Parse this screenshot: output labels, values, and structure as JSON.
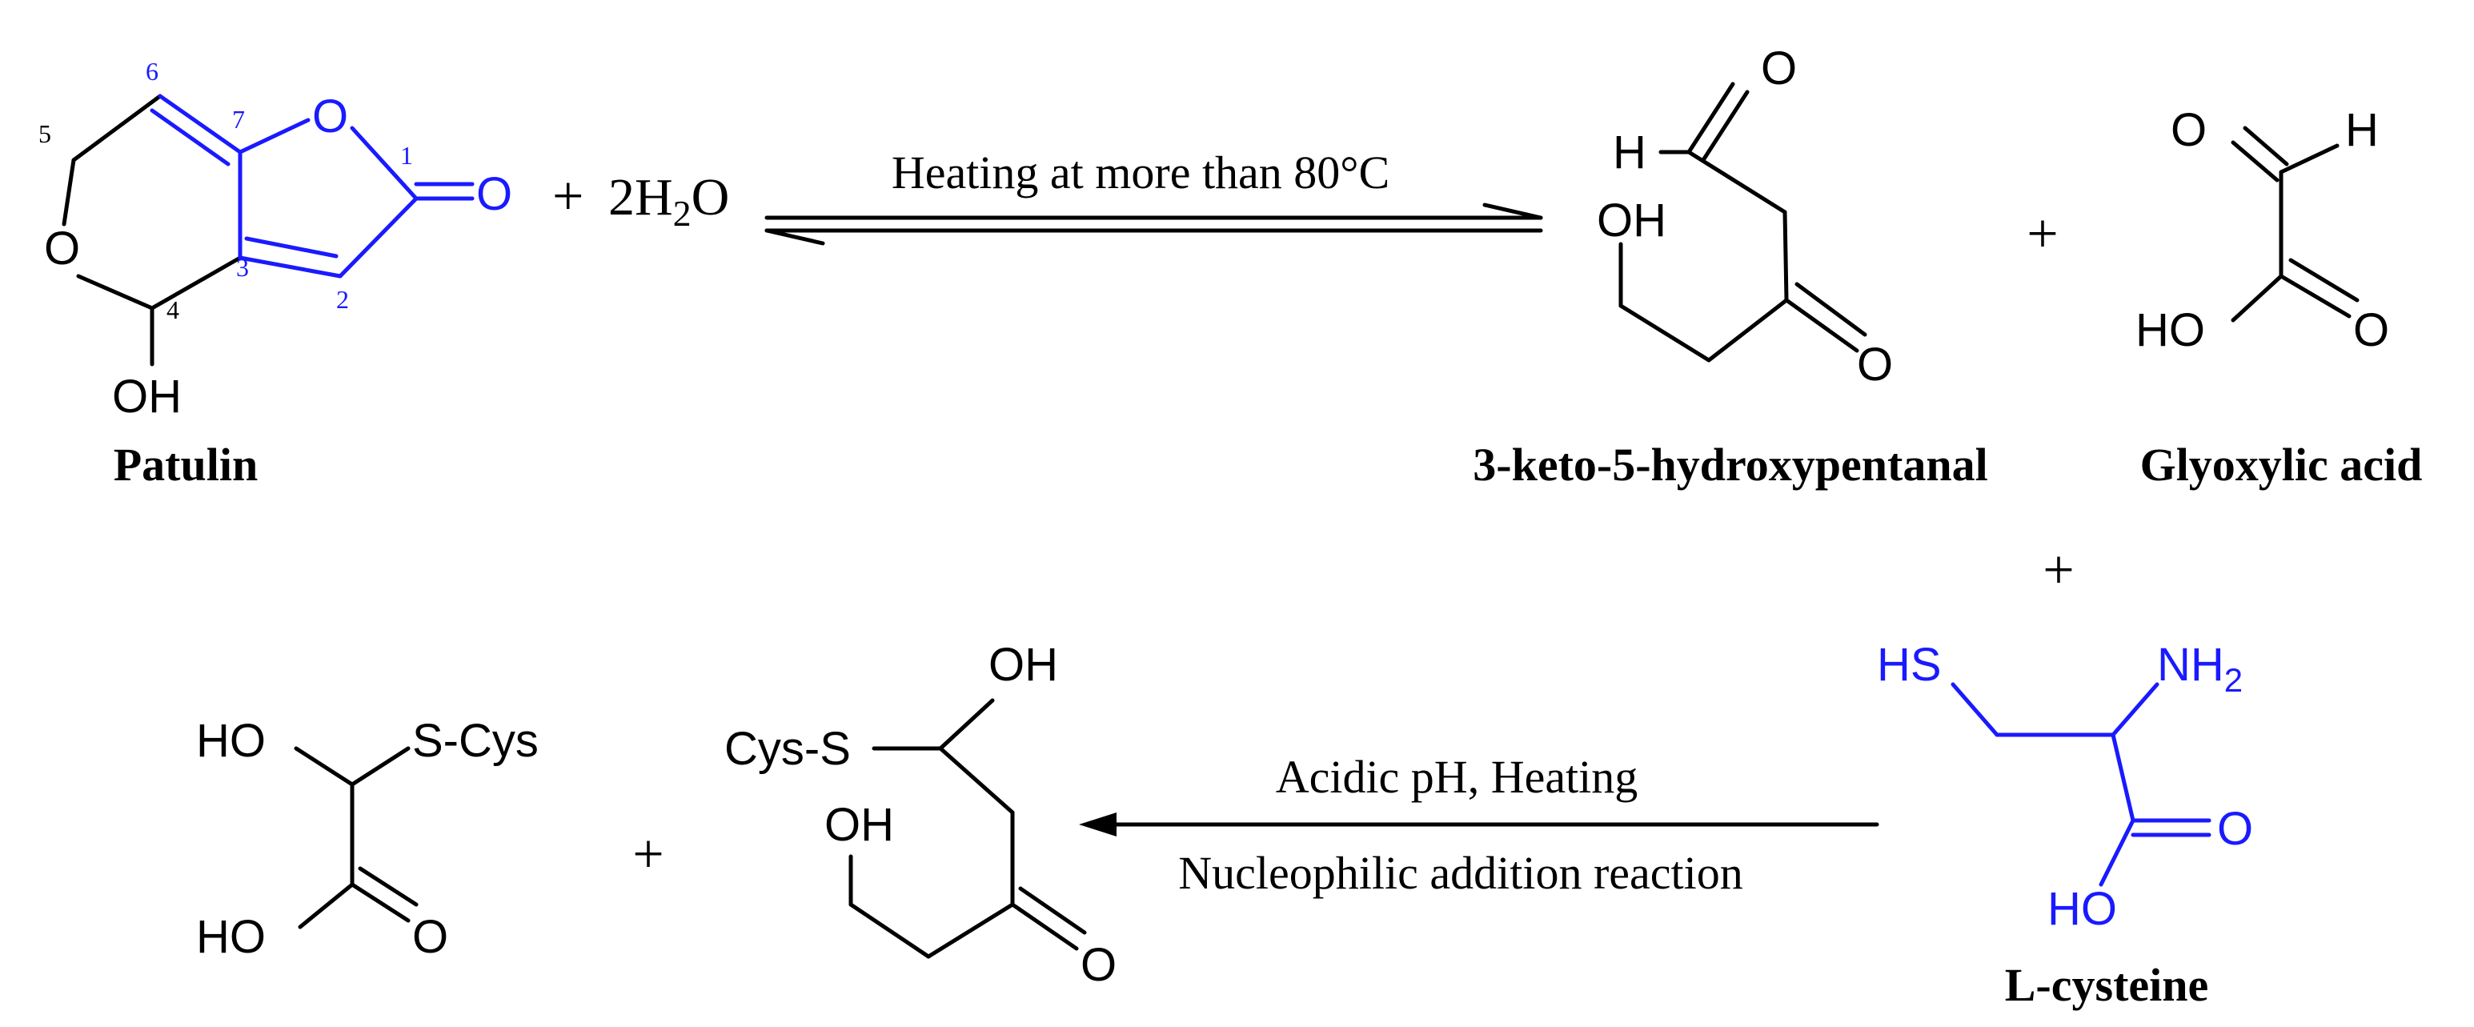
{
  "colors": {
    "ink": "#000000",
    "highlight": "#1a1aff",
    "background": "#ffffff"
  },
  "compounds": {
    "patulin": {
      "name": "Patulin",
      "atoms": {
        "ring_oxygen": "O",
        "furan_oxygen": "O",
        "carbonyl_oxygen": "O",
        "hydroxyl": "OH"
      },
      "locants": [
        "1",
        "2",
        "3",
        "4",
        "5",
        "6",
        "7"
      ]
    },
    "keto_hydroxypentanal": {
      "name": "3-keto-5-hydroxypentanal",
      "atoms": {
        "aldehyde_oxygen": "O",
        "aldehyde_hydrogen": "H",
        "hydroxyl": "OH",
        "keto_oxygen": "O"
      }
    },
    "glyoxylic_acid": {
      "name": "Glyoxylic acid",
      "atoms": {
        "aldehyde_oxygen": "O",
        "aldehyde_hydrogen": "H",
        "hydroxyl": "HO",
        "acid_oxygen": "O"
      }
    },
    "l_cysteine": {
      "name": "L-cysteine",
      "atoms": {
        "thiol": "HS",
        "amine": "NH",
        "amine_subscript": "2",
        "carbonyl_oxygen": "O",
        "hydroxyl": "HO"
      }
    },
    "glyoxylic_cys_adduct": {
      "atoms": {
        "hydroxyl": "HO",
        "thioether": "S-Cys",
        "acid_hydroxyl": "HO",
        "acid_oxygen": "O"
      }
    },
    "pentanal_cys_adduct": {
      "atoms": {
        "hydroxyl_top": "OH",
        "thioether": "Cys-S",
        "hydroxyl_chain": "OH",
        "keto_oxygen": "O"
      }
    }
  },
  "reactants": {
    "plus_sign": "+",
    "water_coefficient": "2H",
    "water_subscript": "2",
    "water_o": "O"
  },
  "reactions": {
    "step1": {
      "condition": "Heating at more than 80°C",
      "type": "equilibrium"
    },
    "step2": {
      "condition_top": "Acidic pH, Heating",
      "condition_bottom": "Nucleophilic addition reaction",
      "type": "forward"
    }
  },
  "plus_signs": [
    "+",
    "+",
    "+"
  ]
}
